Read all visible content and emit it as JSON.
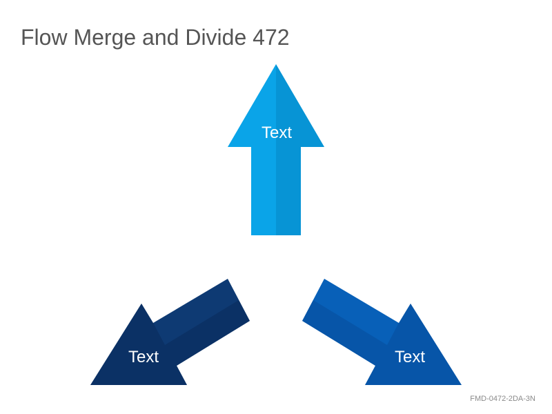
{
  "title": "Flow Merge and Divide 472",
  "arrows": [
    {
      "name": "up",
      "label": "Text",
      "color": "#0AA4E8",
      "shade": "#0587C4"
    },
    {
      "name": "down-left",
      "label": "Text",
      "color": "#0E3A73",
      "shade": "#0A2C5C"
    },
    {
      "name": "down-right",
      "label": "Text",
      "color": "#0860B8",
      "shade": "#064E9C"
    }
  ],
  "footer_code": "FMD-0472-2DA-3N"
}
